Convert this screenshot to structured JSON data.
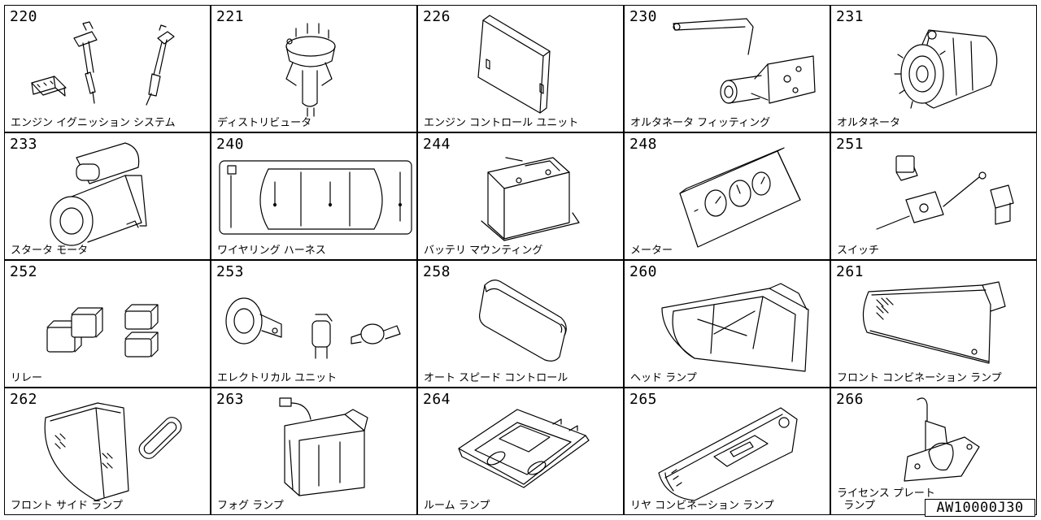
{
  "catalog": {
    "items": [
      {
        "code": "220",
        "name": "エンジン イグニッション システム",
        "icon": "ignition-system-icon"
      },
      {
        "code": "221",
        "name": "ディストリビュータ",
        "icon": "distributor-icon"
      },
      {
        "code": "226",
        "name": "エンジン コントロール ユニット",
        "icon": "engine-control-unit-icon"
      },
      {
        "code": "230",
        "name": "オルタネータ フィッティング",
        "icon": "alternator-fitting-icon"
      },
      {
        "code": "231",
        "name": "オルタネータ",
        "icon": "alternator-icon"
      },
      {
        "code": "233",
        "name": "スタータ モータ",
        "icon": "starter-motor-icon"
      },
      {
        "code": "240",
        "name": "ワイヤリング ハーネス",
        "icon": "wiring-harness-icon"
      },
      {
        "code": "244",
        "name": "バッテリ マウンティング",
        "icon": "battery-mounting-icon"
      },
      {
        "code": "248",
        "name": "メーター",
        "icon": "meter-icon"
      },
      {
        "code": "251",
        "name": "スイッチ",
        "icon": "switch-icon"
      },
      {
        "code": "252",
        "name": "リレー",
        "icon": "relay-icon"
      },
      {
        "code": "253",
        "name": "エレクトリカル ユニット",
        "icon": "electrical-unit-icon"
      },
      {
        "code": "258",
        "name": "オート スピード コントロール",
        "icon": "auto-speed-control-icon"
      },
      {
        "code": "260",
        "name": "ヘッド ランプ",
        "icon": "head-lamp-icon"
      },
      {
        "code": "261",
        "name": "フロント コンビネーション ランプ",
        "icon": "front-combination-lamp-icon"
      },
      {
        "code": "262",
        "name": "フロント サイド ランプ",
        "icon": "front-side-lamp-icon"
      },
      {
        "code": "263",
        "name": "フォグ ランプ",
        "icon": "fog-lamp-icon"
      },
      {
        "code": "264",
        "name": "ルーム ランプ",
        "icon": "room-lamp-icon"
      },
      {
        "code": "265",
        "name": "リヤ コンビネーション ランプ",
        "icon": "rear-combination-lamp-icon"
      },
      {
        "code": "266",
        "name": "ライセンス プレート\n  ランプ",
        "icon": "license-plate-lamp-icon"
      }
    ]
  },
  "figure_code": "AW10000J30"
}
